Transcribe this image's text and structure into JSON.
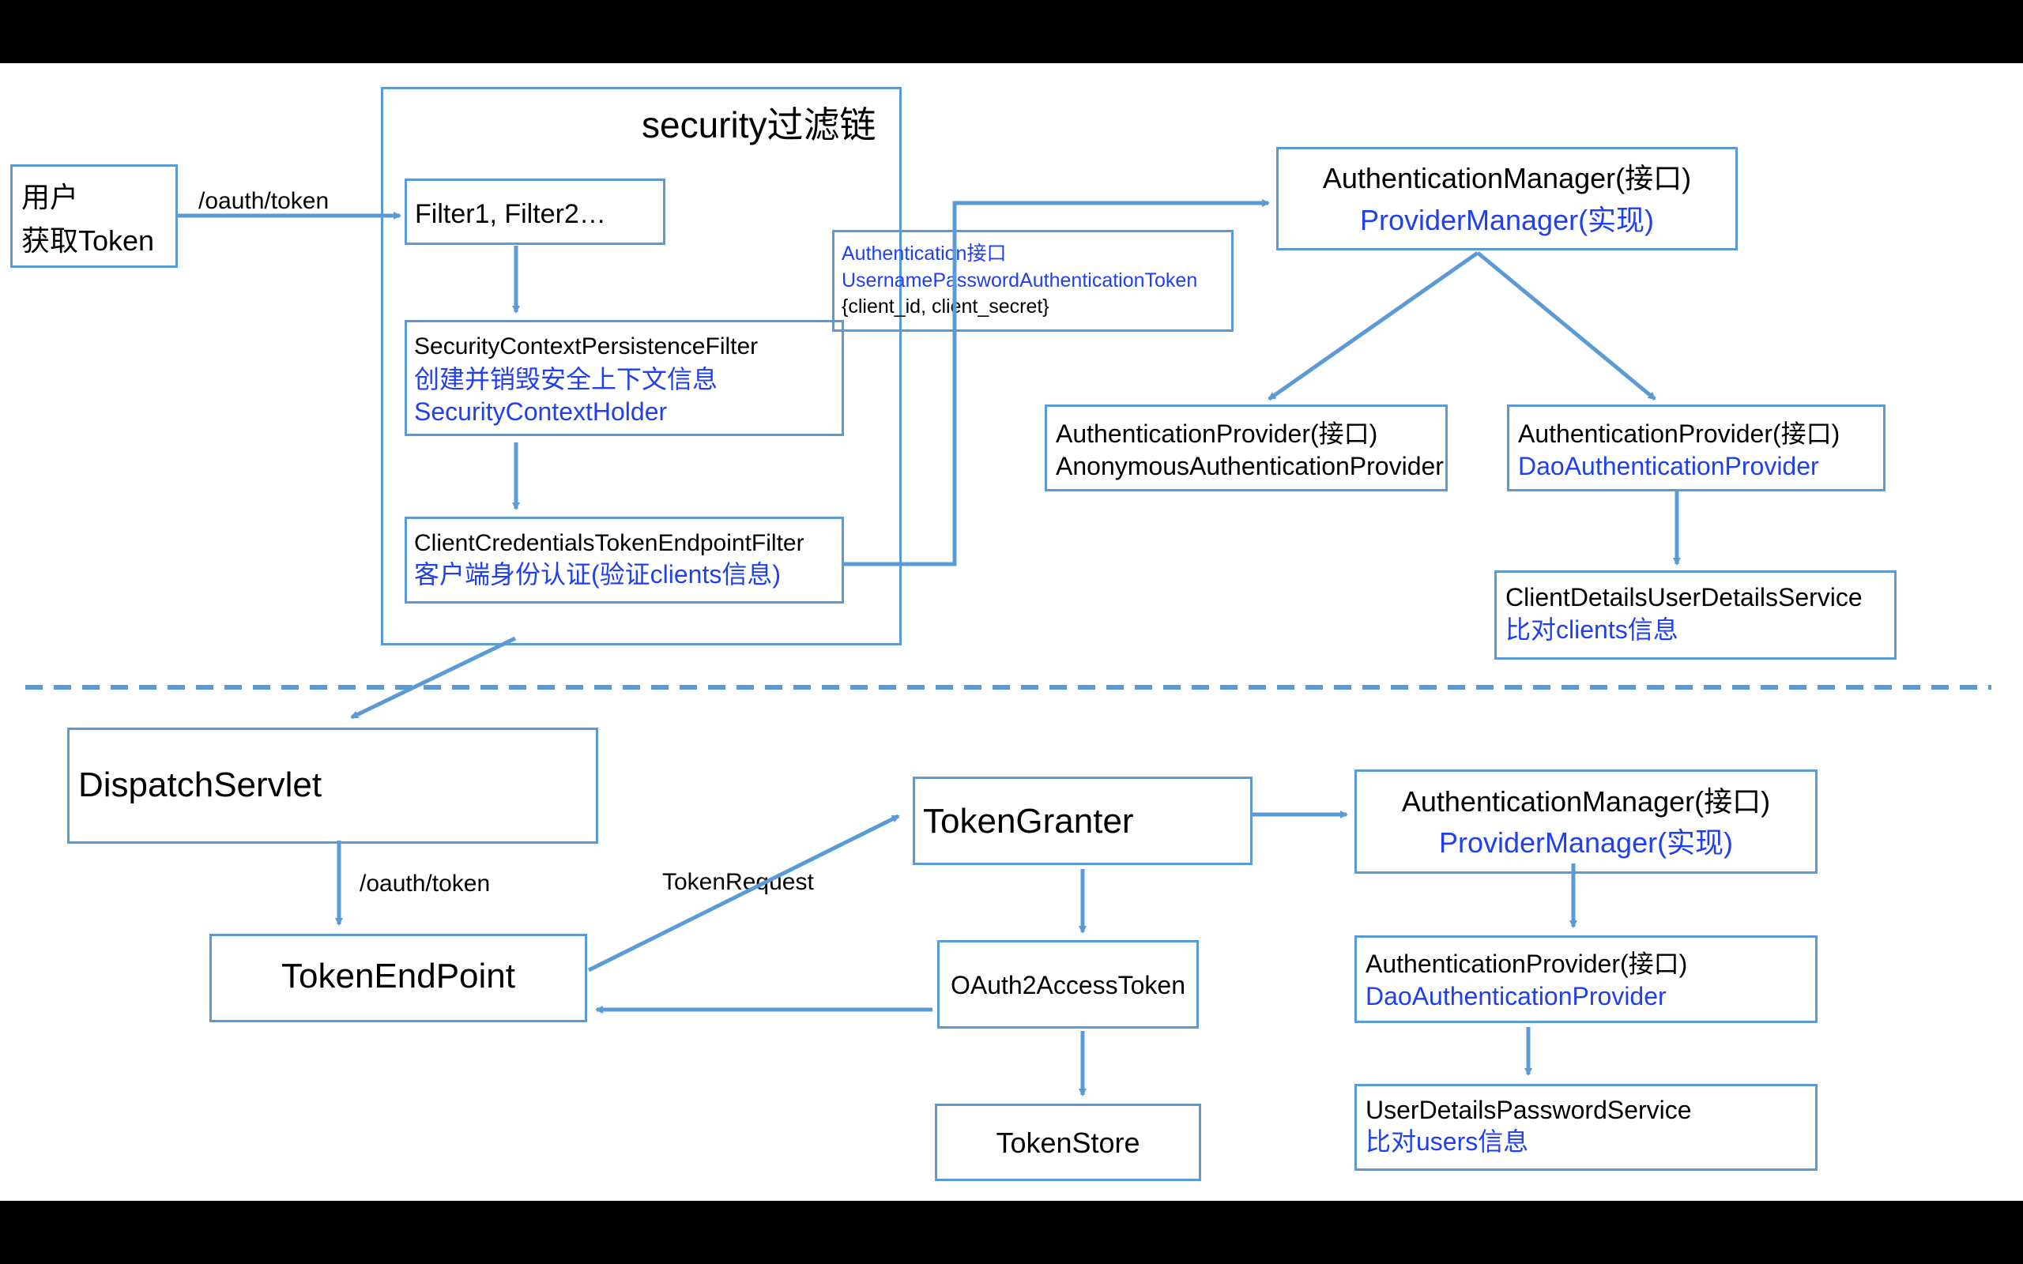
{
  "colors": {
    "stroke": "#5b9bd5",
    "highlight_text": "#1f3ff0",
    "text": "#000000",
    "letterbox": "#000000"
  },
  "top": {
    "user_box": {
      "line1": "用户",
      "line2": "获取Token"
    },
    "user_arrow_label": "/oauth/token",
    "security_chain_title": "security过滤链",
    "filter_box": "Filter1, Filter2…",
    "persistence_filter": {
      "name": "SecurityContextPersistenceFilter",
      "desc": "创建并销毁安全上下文信息",
      "holder": "SecurityContextHolder"
    },
    "client_credentials_filter": {
      "name": "ClientCredentialsTokenEndpointFilter",
      "desc": "客户端身份认证(验证clients信息)"
    },
    "authentication_token_box": {
      "line1": "Authentication接口",
      "line2": "UsernamePasswordAuthenticationToken",
      "line3": "{client_id, client_secret}"
    },
    "auth_manager": {
      "interface": "AuthenticationManager(接口)",
      "impl": "ProviderManager(实现)"
    },
    "anonymous_provider": {
      "interface": "AuthenticationProvider(接口)",
      "impl": "AnonymousAuthenticationProvider"
    },
    "dao_provider": {
      "interface": "AuthenticationProvider(接口)",
      "impl": "DaoAuthenticationProvider"
    },
    "client_details_service": {
      "name": "ClientDetailsUserDetailsService",
      "desc": "比对clients信息"
    }
  },
  "bottom": {
    "dispatch_servlet": "DispatchServlet",
    "dispatch_arrow_label": "/oauth/token",
    "token_endpoint": "TokenEndPoint",
    "token_request_label": "TokenRequest",
    "token_granter": "TokenGranter",
    "oauth2_access_token": "OAuth2AccessToken",
    "token_store": "TokenStore",
    "auth_manager": {
      "interface": "AuthenticationManager(接口)",
      "impl": "ProviderManager(实现)"
    },
    "dao_provider": {
      "interface": "AuthenticationProvider(接口)",
      "impl": "DaoAuthenticationProvider"
    },
    "user_details_service": {
      "name": "UserDetailsPasswordService",
      "desc": "比对users信息"
    }
  }
}
